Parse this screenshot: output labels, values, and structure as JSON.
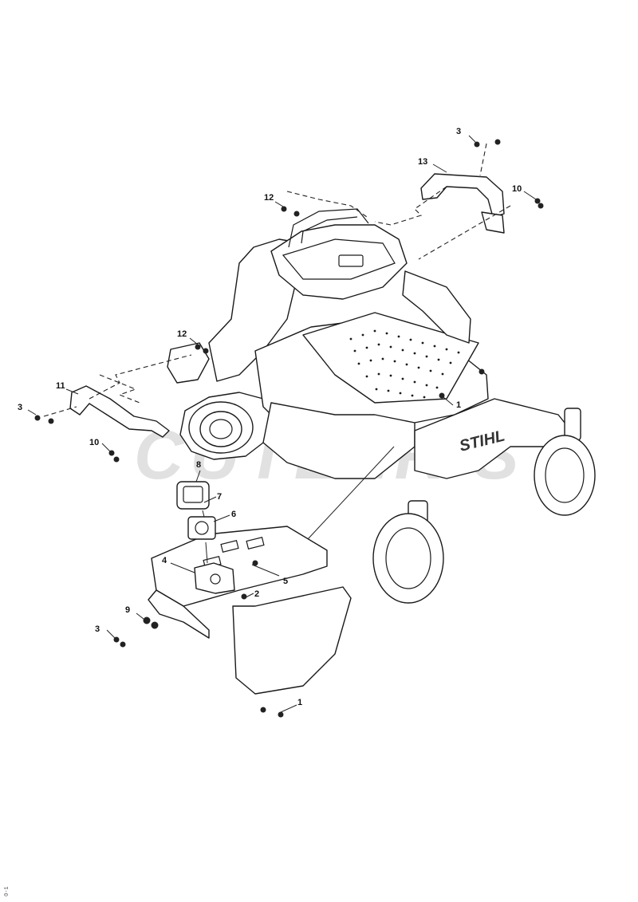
{
  "watermark": "CUTLER'S",
  "brand_label": "STIHL",
  "side_reference": "0-1",
  "callouts": [
    {
      "id": "c3a",
      "label": "3"
    },
    {
      "id": "c13",
      "label": "13"
    },
    {
      "id": "c12a",
      "label": "12"
    },
    {
      "id": "c10a",
      "label": "10"
    },
    {
      "id": "c12b",
      "label": "12"
    },
    {
      "id": "c11",
      "label": "11"
    },
    {
      "id": "c3b",
      "label": "3"
    },
    {
      "id": "c10b",
      "label": "10"
    },
    {
      "id": "c1a",
      "label": "1"
    },
    {
      "id": "c8",
      "label": "8"
    },
    {
      "id": "c7",
      "label": "7"
    },
    {
      "id": "c6",
      "label": "6"
    },
    {
      "id": "c4",
      "label": "4"
    },
    {
      "id": "c5",
      "label": "5"
    },
    {
      "id": "c2",
      "label": "2"
    },
    {
      "id": "c9",
      "label": "9"
    },
    {
      "id": "c3c",
      "label": "3"
    },
    {
      "id": "c1b",
      "label": "1"
    }
  ]
}
